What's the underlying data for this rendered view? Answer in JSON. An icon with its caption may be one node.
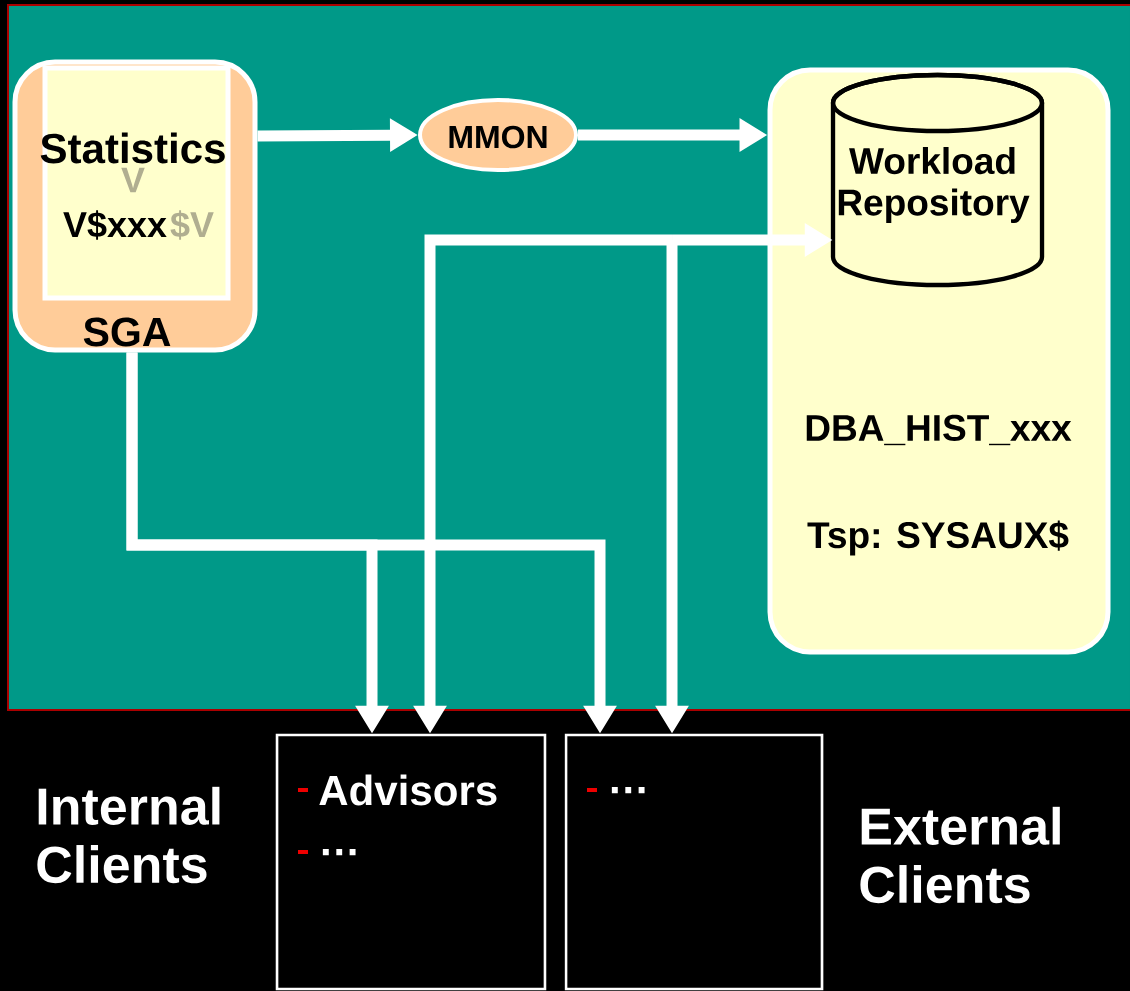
{
  "diagram": {
    "nodes": [
      {
        "text": [
          "SGA"
        ]
      },
      {
        "text": [
          "Statistics",
          "V",
          "V$xxx",
          "$V"
        ],
        "in": 0
      },
      {
        "text": [
          "MMON"
        ]
      },
      {
        "text": [
          "DBA_HIST_xxx",
          "Tsp: SYSAUX$"
        ]
      },
      {
        "text": [
          "Workload Repository"
        ],
        "in": 3
      },
      {
        "text": [
          "Advisors",
          "…"
        ],
        "beside": [
          "Internal Clients"
        ]
      },
      {
        "text": [
          "…"
        ],
        "beside": [
          "External Clients"
        ]
      }
    ],
    "edges": [
      {
        "from": 0,
        "to": 2,
        "arrow": "to"
      },
      {
        "from": 2,
        "to": 3,
        "arrow": "to"
      },
      {
        "from": 0,
        "to": 5,
        "arrow": "to"
      },
      {
        "from": 0,
        "to": 6,
        "arrow": "to"
      },
      {
        "from": 4,
        "to": 5,
        "arrow": "both"
      },
      {
        "from": 4,
        "to": 6,
        "arrow": "both"
      }
    ]
  }
}
